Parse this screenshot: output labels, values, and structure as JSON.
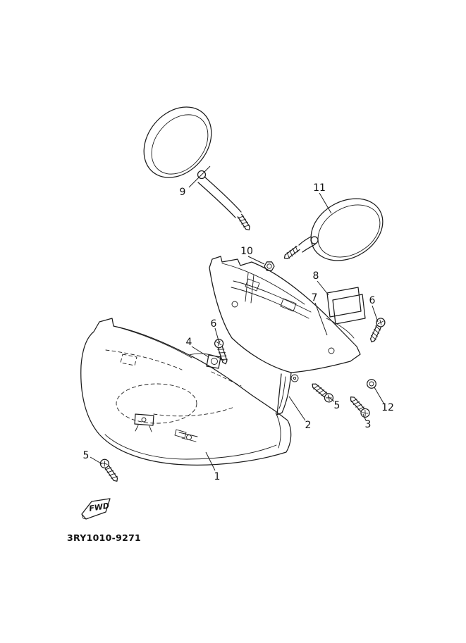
{
  "diagram": {
    "code": "3RY1010-9271",
    "fwd_label": "FWD"
  },
  "colors": {
    "background": "#ffffff",
    "line": "#1c1c1c"
  },
  "callouts": [
    {
      "label": "9"
    },
    {
      "label": "11"
    },
    {
      "label": "10"
    },
    {
      "label": "8"
    },
    {
      "label": "7"
    },
    {
      "label": "6"
    },
    {
      "label": "6"
    },
    {
      "label": "4"
    },
    {
      "label": "5"
    },
    {
      "label": "12"
    },
    {
      "label": "3"
    },
    {
      "label": "2"
    },
    {
      "label": "1"
    },
    {
      "label": "5"
    }
  ]
}
